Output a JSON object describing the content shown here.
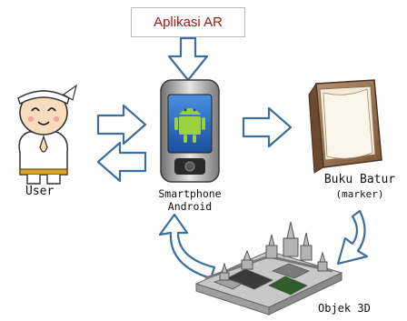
{
  "diagram": {
    "app_box": {
      "label": "Aplikasi AR"
    },
    "nodes": {
      "user": {
        "label": "User"
      },
      "smartphone": {
        "label_line1": "Smartphone",
        "label_line2": "Android"
      },
      "book": {
        "label_line1": "Buku Batur",
        "label_line2": "(marker)"
      },
      "object3d": {
        "label": "Objek 3D"
      }
    },
    "colors": {
      "arrow_stroke": "#3c6e9e",
      "arrow_fill": "#ffffff",
      "android": "#9bd23c",
      "label_red": "#a01818"
    }
  }
}
